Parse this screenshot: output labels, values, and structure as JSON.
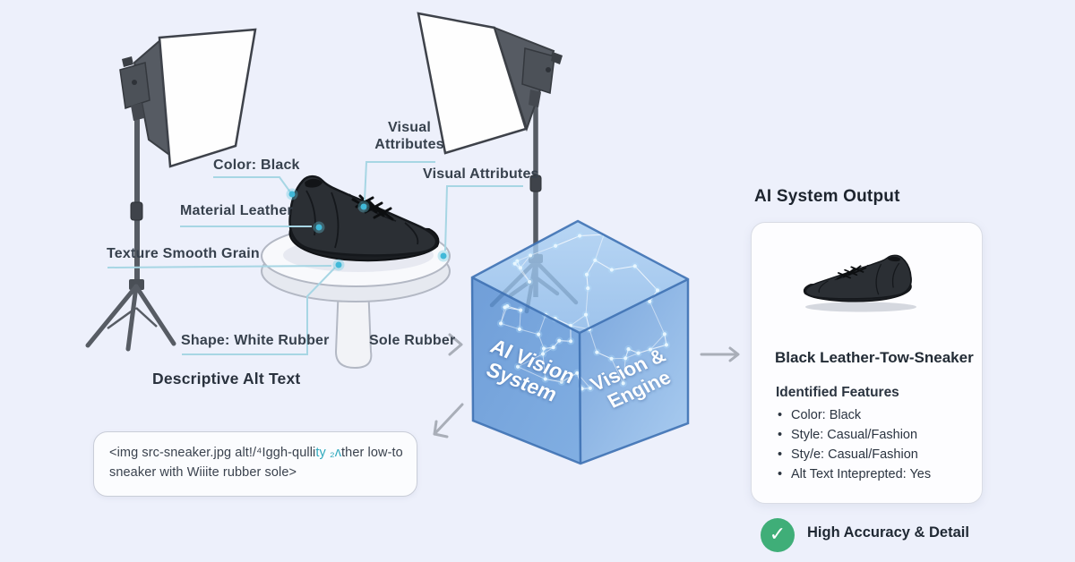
{
  "scene": {
    "labels": {
      "color_black": "Color: Black",
      "material_leather": "Material Leather",
      "texture_smooth": "Texture Smooth Grain",
      "shape_white_rubber": "Shape: White Rubber",
      "visual_attr_line1": "Visual",
      "visual_attr_line2": "Attributes",
      "visual_attributes": "Visual Attributes",
      "sole_rubber": "Sole Rubber",
      "descriptive_alt_text": "Descriptive Alt Text"
    },
    "cube": {
      "left_face_line1": "AI Vision",
      "left_face_line2": "System",
      "right_face_line1": "Vision &",
      "right_face_line2": "Engine"
    },
    "code_box": {
      "line1_pre": "<img src-sneaker.jpg alt!/⁴Iggh-qulli",
      "line1_teal": "ty ₂ʌ",
      "line1_post": "ther low-to",
      "line2": "sneaker with Wiiite rubber sole>"
    },
    "output": {
      "heading": "AI System Output",
      "card_title": "Black Leather-Tow-Sneaker",
      "features_heading": "Identified Features",
      "features": [
        "Color: Black",
        "Style: Casual/Fashion",
        "Sty/e: Casual/Fashion",
        "Alt Text Inteprepted: Yes"
      ],
      "badge_label": "High Accuracy & Detail"
    },
    "icons": {
      "check_glyph": "✓"
    },
    "colors": {
      "background": "#edf0fb",
      "accent_teal": "#3cb4d4",
      "cube_blue": "#5e95d5",
      "success_green": "#3fae78",
      "arrow_gray": "#a9aeb8"
    }
  }
}
